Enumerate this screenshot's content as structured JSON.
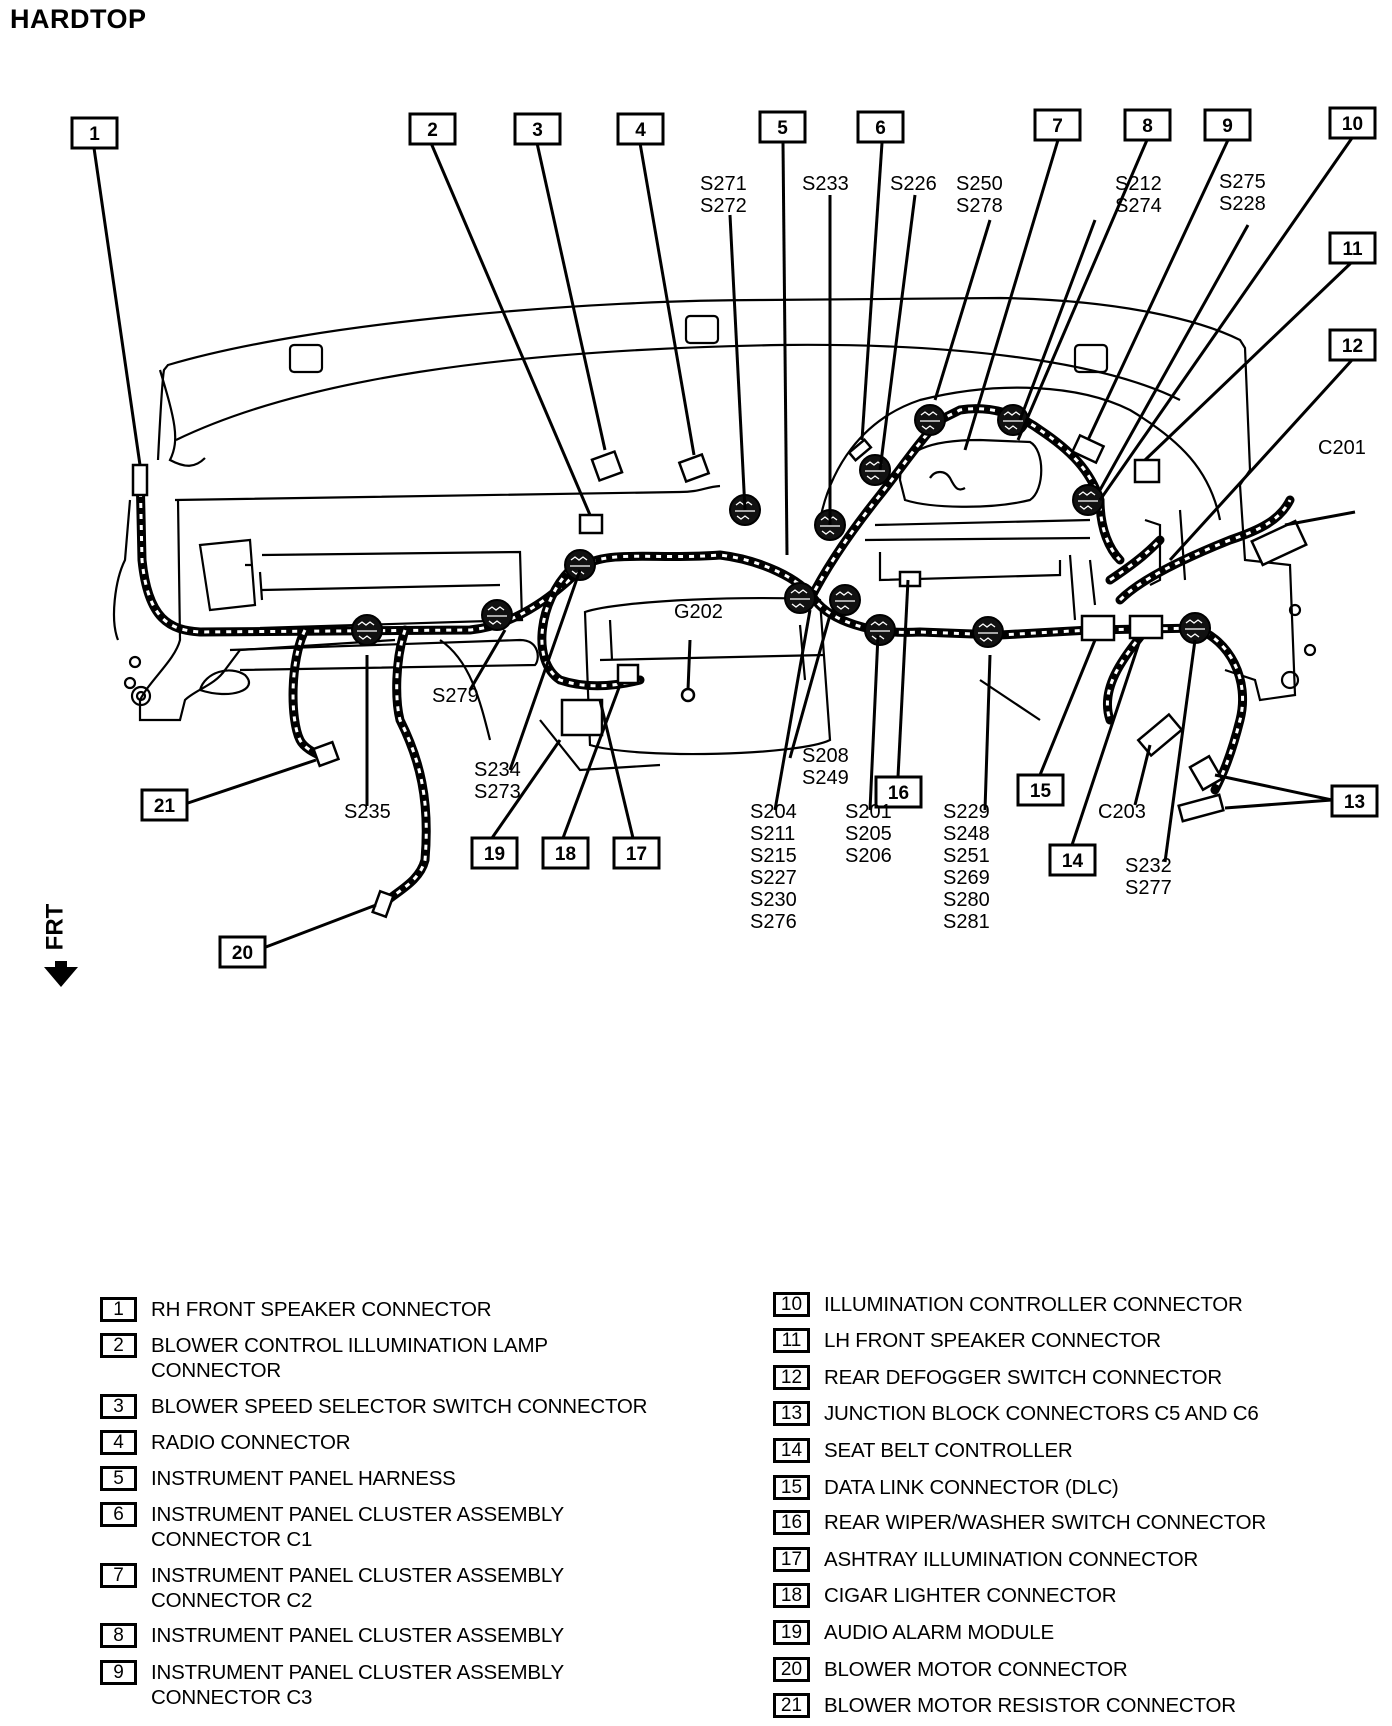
{
  "title": "HARDTOP",
  "front_indicator": "FRT",
  "callouts": [
    {
      "num": "1"
    },
    {
      "num": "2"
    },
    {
      "num": "3"
    },
    {
      "num": "4"
    },
    {
      "num": "5"
    },
    {
      "num": "6"
    },
    {
      "num": "7"
    },
    {
      "num": "8"
    },
    {
      "num": "9"
    },
    {
      "num": "10"
    },
    {
      "num": "11"
    },
    {
      "num": "12"
    },
    {
      "num": "13"
    },
    {
      "num": "14"
    },
    {
      "num": "15"
    },
    {
      "num": "16"
    },
    {
      "num": "17"
    },
    {
      "num": "18"
    },
    {
      "num": "19"
    },
    {
      "num": "20"
    },
    {
      "num": "21"
    }
  ],
  "splice_labels": [
    {
      "id": "s271",
      "lines": [
        "S271",
        "S272"
      ]
    },
    {
      "id": "s233",
      "lines": [
        "S233"
      ]
    },
    {
      "id": "s226",
      "lines": [
        "S226"
      ]
    },
    {
      "id": "s250",
      "lines": [
        "S250",
        "S278"
      ]
    },
    {
      "id": "s212",
      "lines": [
        "S212",
        "S274"
      ]
    },
    {
      "id": "s275",
      "lines": [
        "S275",
        "S228"
      ]
    },
    {
      "id": "c201",
      "lines": [
        "C201"
      ]
    },
    {
      "id": "g202",
      "lines": [
        "G202"
      ]
    },
    {
      "id": "s279",
      "lines": [
        "S279"
      ]
    },
    {
      "id": "s234",
      "lines": [
        "S234",
        "S273"
      ]
    },
    {
      "id": "s235",
      "lines": [
        "S235"
      ]
    },
    {
      "id": "s208",
      "lines": [
        "S208",
        "S249"
      ]
    },
    {
      "id": "s204",
      "lines": [
        "S204",
        "S211",
        "S215",
        "S227",
        "S230",
        "S276"
      ]
    },
    {
      "id": "s201",
      "lines": [
        "S201",
        "S205",
        "S206"
      ]
    },
    {
      "id": "s229",
      "lines": [
        "S229",
        "S248",
        "S251",
        "S269",
        "S280",
        "S281"
      ]
    },
    {
      "id": "c203",
      "lines": [
        "C203"
      ]
    },
    {
      "id": "s232",
      "lines": [
        "S232",
        "S277"
      ]
    }
  ],
  "legend": [
    {
      "num": "1",
      "text": "RH FRONT SPEAKER CONNECTOR"
    },
    {
      "num": "2",
      "text": "BLOWER CONTROL ILLUMINATION LAMP\nCONNECTOR"
    },
    {
      "num": "3",
      "text": "BLOWER SPEED SELECTOR SWITCH CONNECTOR"
    },
    {
      "num": "4",
      "text": "RADIO CONNECTOR"
    },
    {
      "num": "5",
      "text": "INSTRUMENT PANEL HARNESS"
    },
    {
      "num": "6",
      "text": "INSTRUMENT PANEL CLUSTER ASSEMBLY\nCONNECTOR C1"
    },
    {
      "num": "7",
      "text": "INSTRUMENT PANEL CLUSTER ASSEMBLY\nCONNECTOR C2"
    },
    {
      "num": "8",
      "text": "INSTRUMENT PANEL CLUSTER ASSEMBLY"
    },
    {
      "num": "9",
      "text": "INSTRUMENT PANEL CLUSTER ASSEMBLY\nCONNECTOR C3"
    },
    {
      "num": "10",
      "text": "ILLUMINATION CONTROLLER CONNECTOR"
    },
    {
      "num": "11",
      "text": "LH FRONT SPEAKER CONNECTOR"
    },
    {
      "num": "12",
      "text": "REAR DEFOGGER SWITCH CONNECTOR"
    },
    {
      "num": "13",
      "text": "JUNCTION BLOCK CONNECTORS C5 AND C6"
    },
    {
      "num": "14",
      "text": "SEAT BELT CONTROLLER"
    },
    {
      "num": "15",
      "text": "DATA LINK CONNECTOR (DLC)"
    },
    {
      "num": "16",
      "text": "REAR WIPER/WASHER SWITCH CONNECTOR"
    },
    {
      "num": "17",
      "text": "ASHTRAY ILLUMINATION CONNECTOR"
    },
    {
      "num": "18",
      "text": "CIGAR LIGHTER CONNECTOR"
    },
    {
      "num": "19",
      "text": "AUDIO ALARM MODULE"
    },
    {
      "num": "20",
      "text": "BLOWER MOTOR CONNECTOR"
    },
    {
      "num": "21",
      "text": "BLOWER MOTOR RESISTOR CONNECTOR"
    }
  ]
}
